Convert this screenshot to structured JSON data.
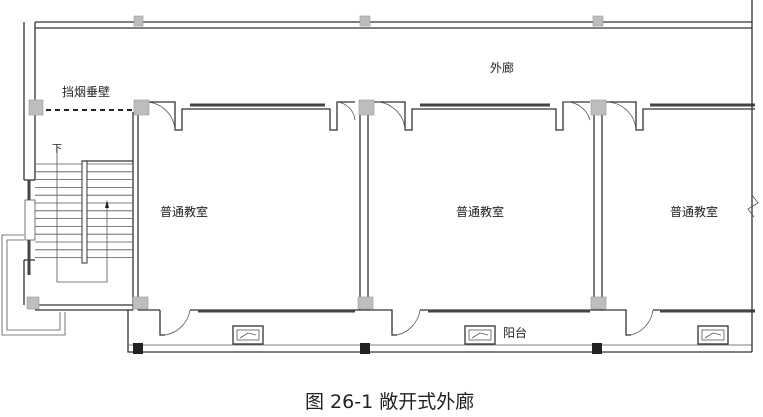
{
  "labels": {
    "corridor": "外廊",
    "smoke_barrier": "挡烟垂壁",
    "stair_down": "下",
    "classroom_1": "普通教室",
    "classroom_2": "普通教室",
    "classroom_3": "普通教室",
    "balcony": "阳台"
  },
  "caption": "图 26-1  敞开式外廊"
}
